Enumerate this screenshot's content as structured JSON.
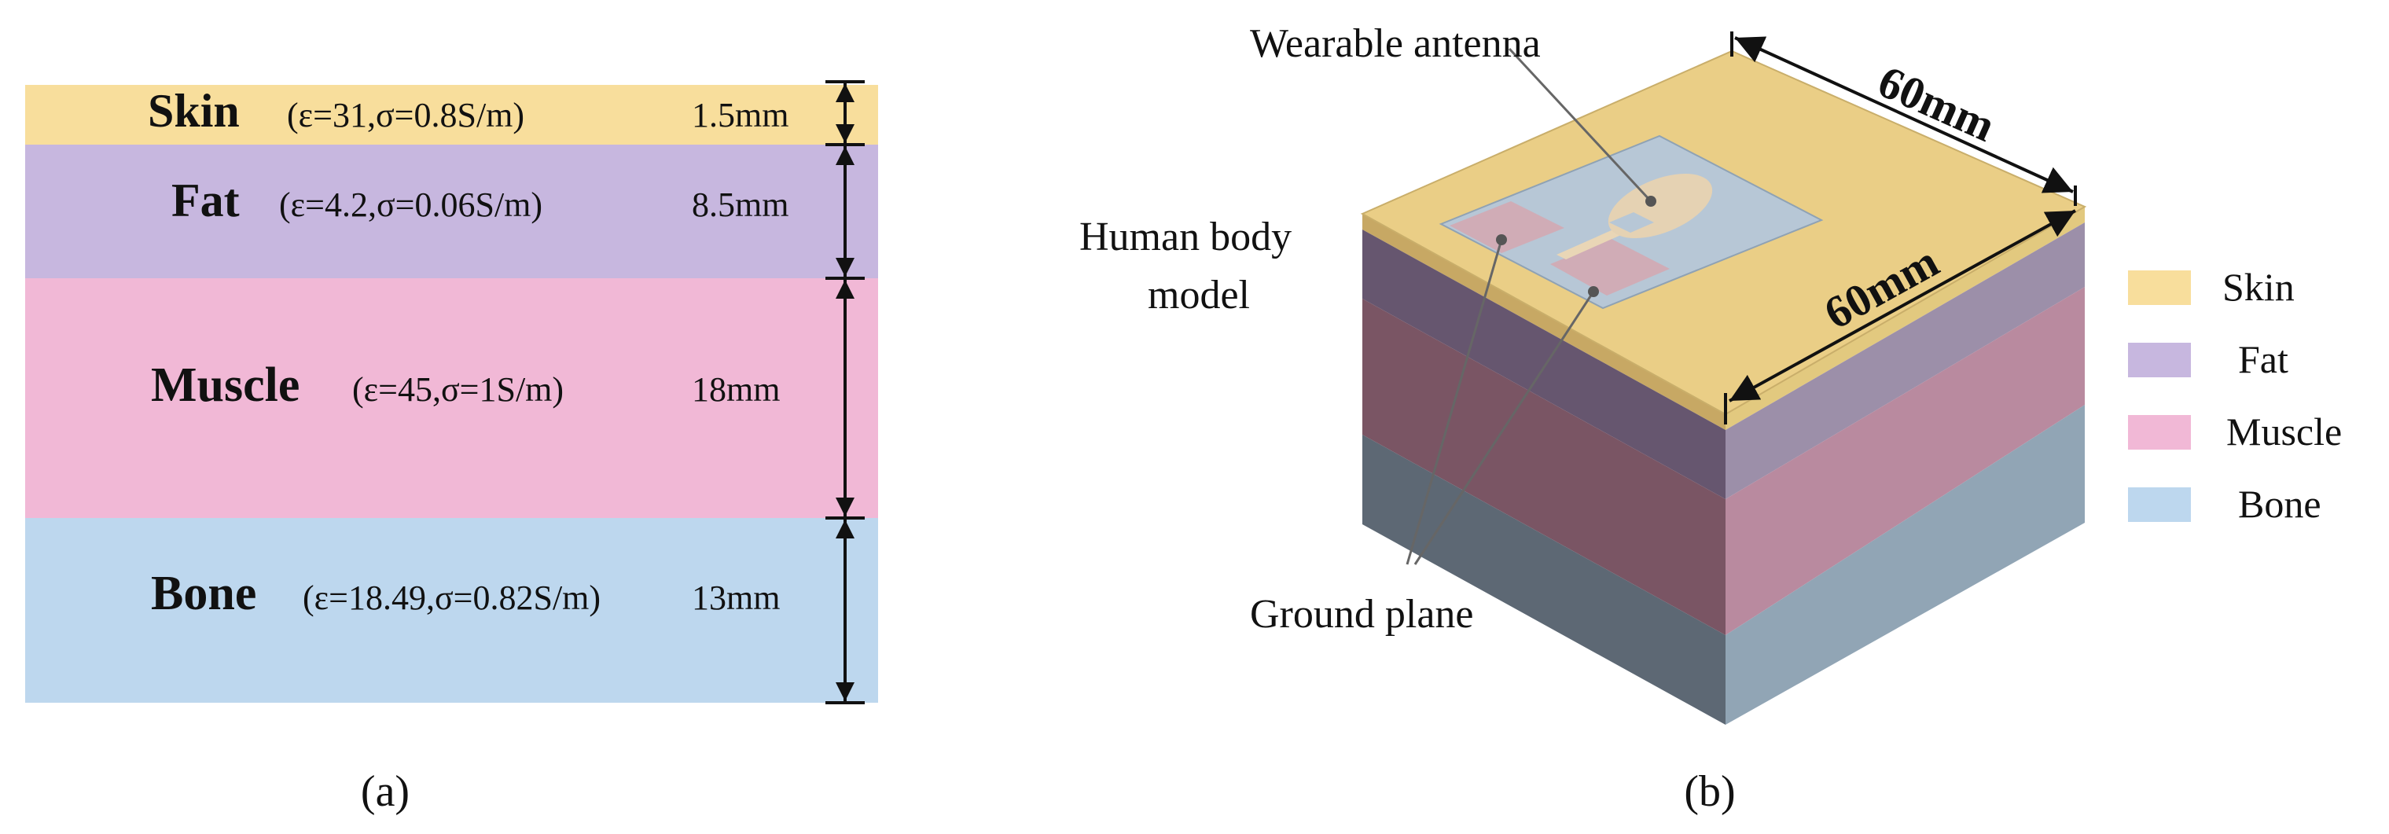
{
  "panel_a": {
    "label": "(a)",
    "layers": [
      {
        "key": "skin",
        "name": "Skin",
        "props": "(ε=31,σ=0.8S/m)",
        "thickness": "1.5mm",
        "color": "#F8DE9C"
      },
      {
        "key": "fat",
        "name": "Fat",
        "props": "(ε=4.2,σ=0.06S/m)",
        "thickness": "8.5mm",
        "color": "#C7B7DF"
      },
      {
        "key": "muscle",
        "name": "Muscle",
        "props": "(ε=45,σ=1S/m)",
        "thickness": "18mm",
        "color": "#F1B8D6"
      },
      {
        "key": "bone",
        "name": "Bone",
        "props": "(ε=18.49,σ=0.82S/m)",
        "thickness": "13mm",
        "color": "#BDD7EE"
      }
    ]
  },
  "panel_b": {
    "label": "(b)",
    "callouts": {
      "antenna": "Wearable antenna",
      "body_line1": "Human body",
      "body_line2": "model",
      "ground": "Ground plane"
    },
    "dim_top": "60mm",
    "dim_side": "60mm",
    "legend": [
      {
        "name": "Skin",
        "color": "#F8DE9C"
      },
      {
        "name": "Fat",
        "color": "#C7B7DF"
      },
      {
        "name": "Muscle",
        "color": "#F1B8D6"
      },
      {
        "name": "Bone",
        "color": "#BDD7EE"
      }
    ]
  }
}
